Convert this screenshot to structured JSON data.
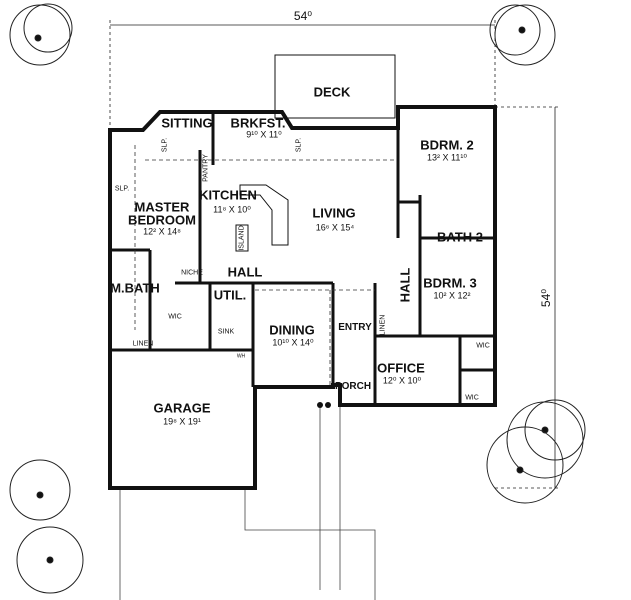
{
  "dimensions": {
    "top": "54⁰",
    "right": "54⁰"
  },
  "rooms": {
    "deck": {
      "name": "DECK"
    },
    "sitting": {
      "name": "SITTING"
    },
    "breakfast": {
      "name": "BRKFST.",
      "size": "9¹⁰ X 11⁰"
    },
    "bedroom2": {
      "name": "BDRM. 2",
      "size": "13² X 11¹⁰"
    },
    "kitchen": {
      "name": "KITCHEN",
      "size": "11⁸ X 10⁰"
    },
    "master_bedroom": {
      "name_line1": "MASTER",
      "name_line2": "BEDROOM",
      "size": "12² X 14⁸"
    },
    "living": {
      "name": "LIVING",
      "size": "16⁶ X 15⁴"
    },
    "bath2": {
      "name": "BATH 2"
    },
    "hall": {
      "name": "HALL"
    },
    "hall2": {
      "name": "HALL"
    },
    "bedroom3": {
      "name": "BDRM. 3",
      "size": "10² X 12²"
    },
    "master_bath": {
      "name": "M.BATH"
    },
    "utility": {
      "name": "UTIL."
    },
    "dining": {
      "name": "DINING",
      "size": "10¹⁰ X 14⁰"
    },
    "entry": {
      "name": "ENTRY"
    },
    "office": {
      "name": "OFFICE",
      "size": "12⁰ X 10⁰"
    },
    "porch": {
      "name": "PORCH"
    },
    "garage": {
      "name": "GARAGE",
      "size": "19⁸ X 19¹"
    }
  },
  "fixtures": {
    "pantry": "PANTRY",
    "island": "ISLAND",
    "niche": "NICHE",
    "wic_master": "WIC",
    "sink": "SINK",
    "linen_master": "LINEN",
    "linen_hall": "LINEN",
    "wic_bdrm3": "WIC",
    "wic_office": "WIC",
    "water_heater": "WH",
    "slp1": "SLP.",
    "slp2": "SLP.",
    "slp3": "SLP."
  }
}
